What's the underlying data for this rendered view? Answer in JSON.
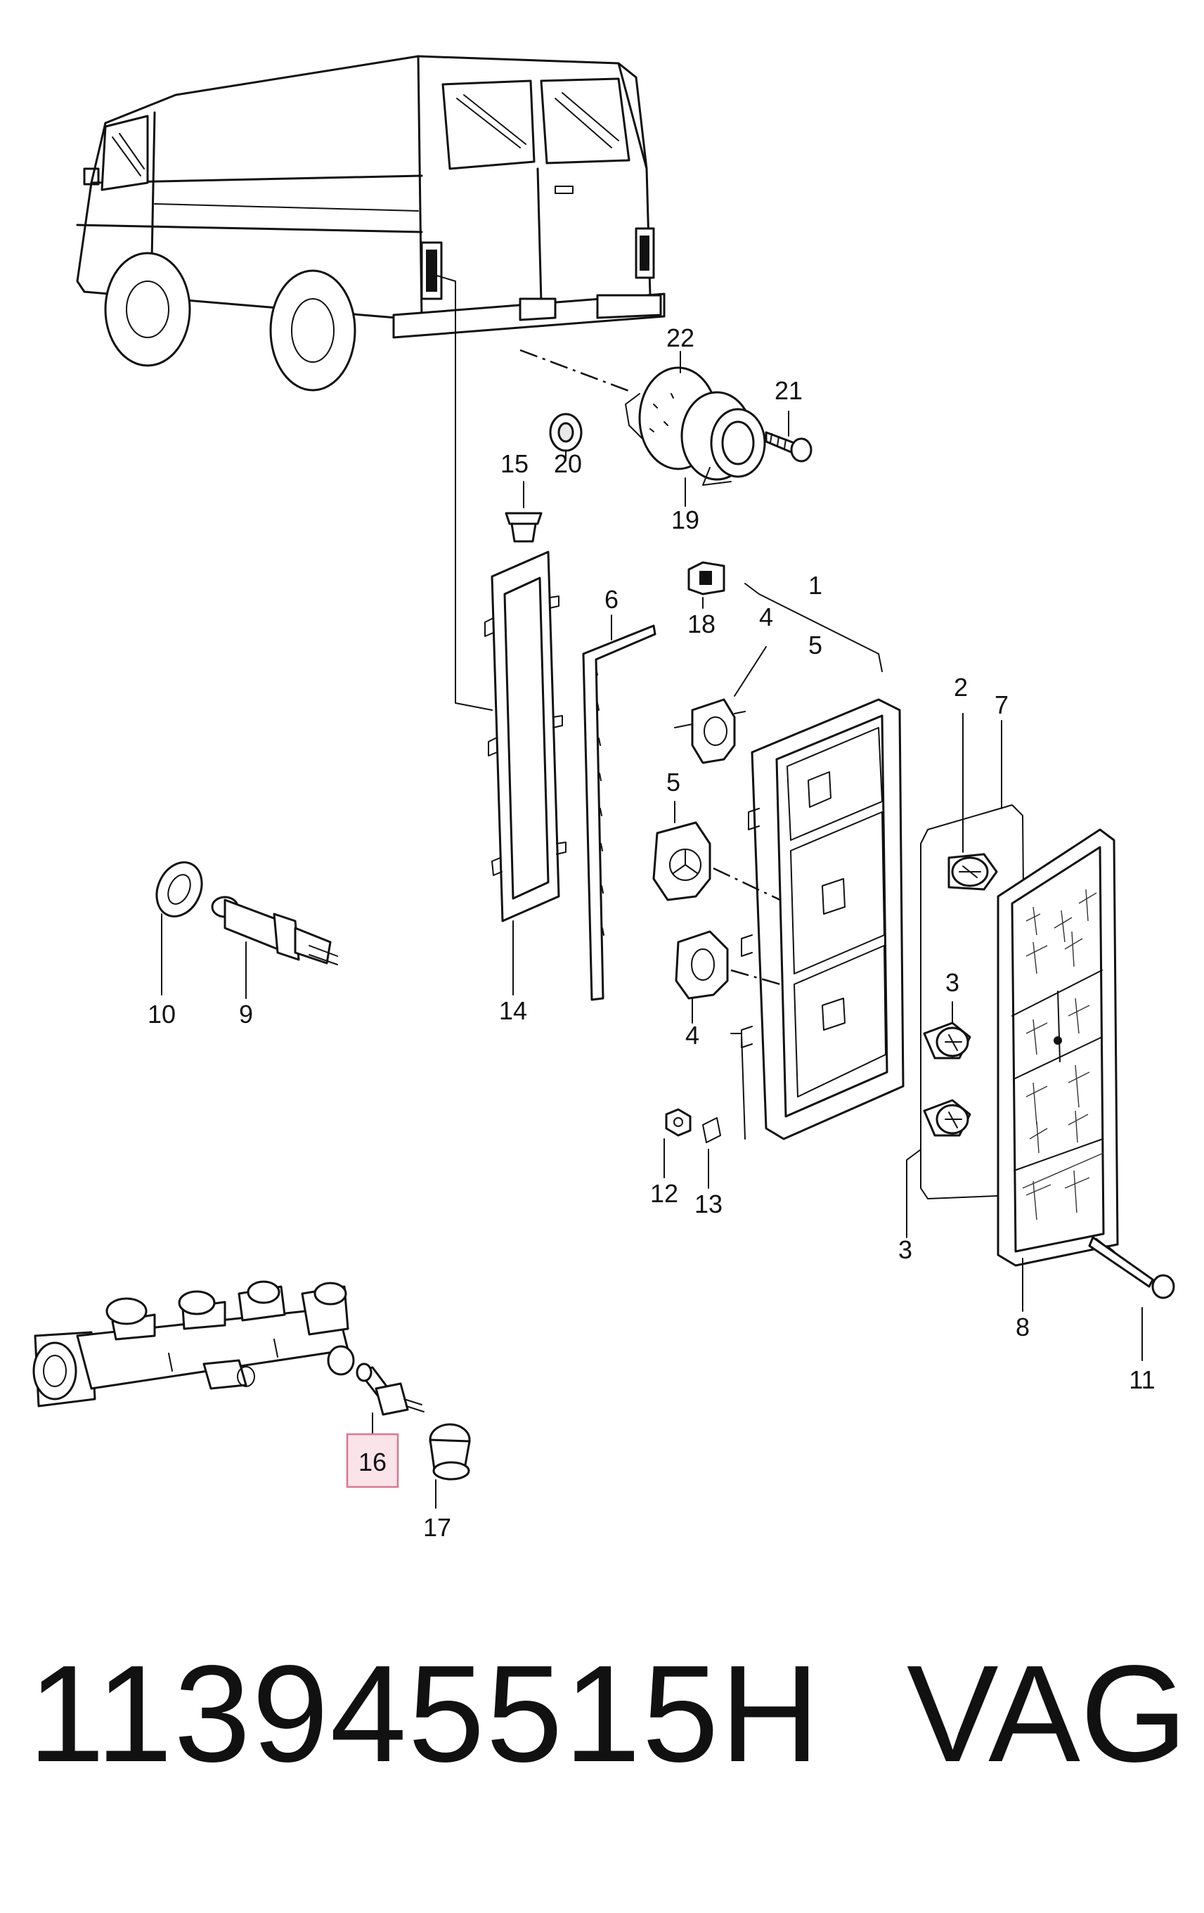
{
  "callouts": {
    "c1": "1",
    "c2": "2",
    "c3a": "3",
    "c3b": "3",
    "c4a": "4",
    "c4b": "4",
    "c5a": "5",
    "c5b": "5",
    "c6": "6",
    "c7": "7",
    "c8": "8",
    "c9": "9",
    "c10": "10",
    "c11": "11",
    "c12": "12",
    "c13": "13",
    "c14": "14",
    "c15": "15",
    "c16": "16",
    "c17": "17",
    "c18": "18",
    "c19": "19",
    "c20": "20",
    "c21": "21",
    "c22": "22"
  },
  "highlighted_callout": "16",
  "highlight_color": "#fbe3ea",
  "footer": {
    "part_number": "113945515H",
    "brand": "VAG"
  }
}
